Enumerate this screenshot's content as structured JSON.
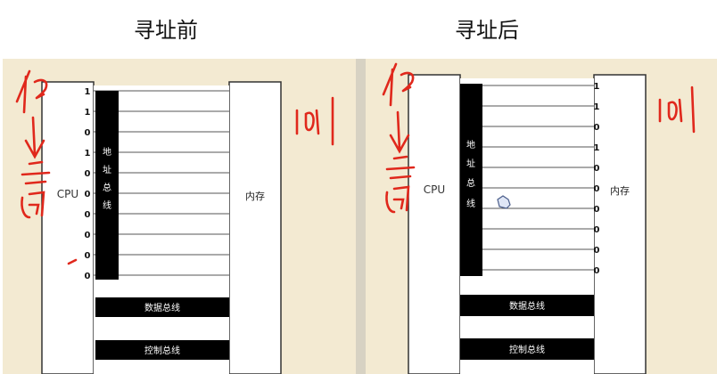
{
  "titles": {
    "left": "寻址前",
    "right": "寻址后"
  },
  "diagram": {
    "cpu_label": "CPU",
    "memory_label": "内存",
    "address_bus_label": [
      "地",
      "址",
      "总",
      "线"
    ],
    "data_bus_label": "数据总线",
    "control_bus_label": "控制总线"
  },
  "left_bits": [
    "1",
    "1",
    "0",
    "1",
    "0",
    "0",
    "0",
    "0",
    "0",
    "0"
  ],
  "right_bits": [
    "1",
    "1",
    "0",
    "1",
    "0",
    "0",
    "0",
    "0",
    "0",
    "0"
  ],
  "annotations": {
    "handwritten_left": "1011",
    "handwritten_right": "1011",
    "ink_color": "#e0281c"
  }
}
